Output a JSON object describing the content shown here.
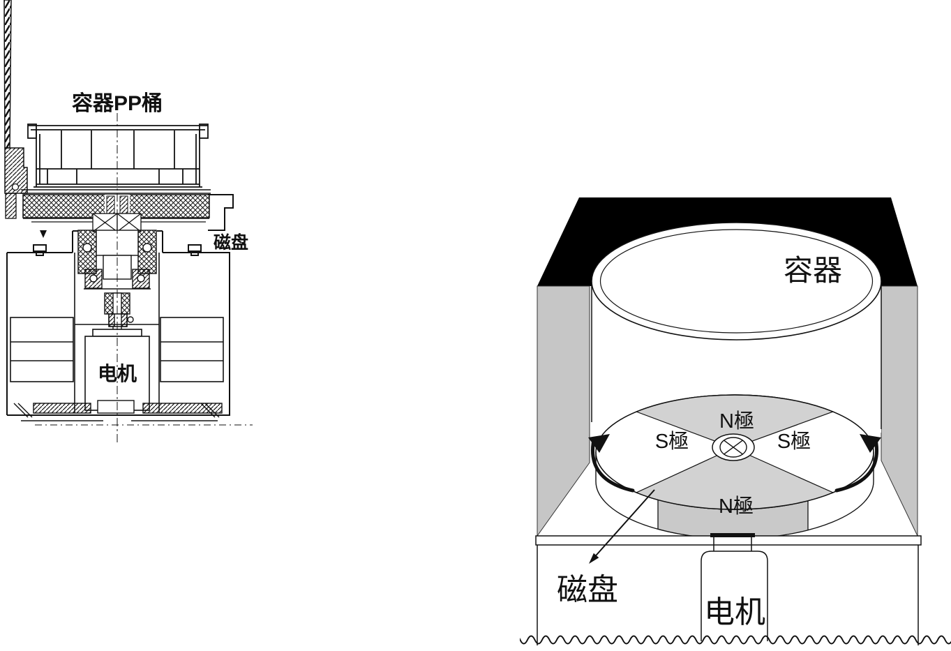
{
  "left_diagram": {
    "container_label": "容器PP桶",
    "disk_label": "磁盘",
    "motor_label": "电机"
  },
  "right_diagram": {
    "container_label": "容器",
    "pole_labels": {
      "top": "N極",
      "left": "S極",
      "right": "S極",
      "bottom": "N極"
    },
    "disk_label": "磁盘",
    "motor_label": "电机"
  },
  "colors": {
    "line_black": "#111111",
    "solid_black": "#000000",
    "wall_gray": "#c6c6c6",
    "pole_sector_gray": "#d2d2d2",
    "rim_gray": "#c9c9c9"
  }
}
